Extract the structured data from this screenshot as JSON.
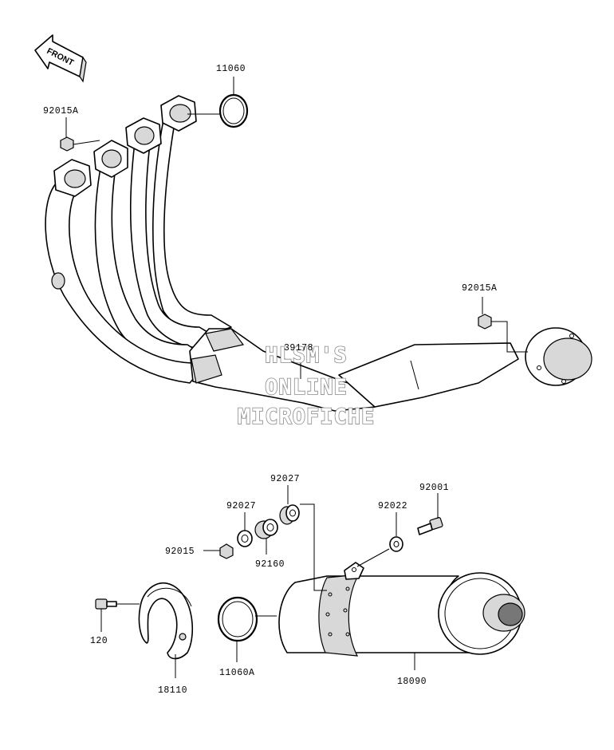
{
  "diagram": {
    "front_label": "FRONT",
    "watermark": [
      "HLSM'S",
      "ONLINE",
      "MICROFICHE"
    ],
    "parts": {
      "p11060": "11060",
      "p92015A_top": "92015A",
      "p92015A_right": "92015A",
      "p39178": "39178",
      "p92027_a": "92027",
      "p92027_b": "92027",
      "p92001": "92001",
      "p92022": "92022",
      "p92015": "92015",
      "p92160": "92160",
      "p120": "120",
      "p18110": "18110",
      "p11060A": "11060A",
      "p18090": "18090"
    }
  }
}
